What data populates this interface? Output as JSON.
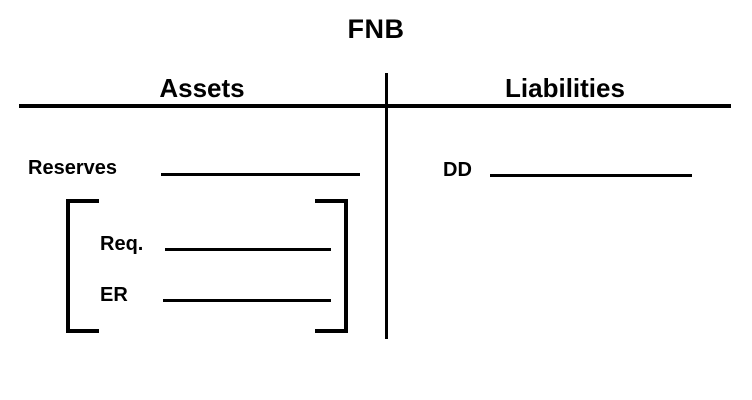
{
  "diagram": {
    "type": "t-account",
    "title": "FNB",
    "columns": [
      {
        "id": "assets",
        "label": "Assets"
      },
      {
        "id": "liabilities",
        "label": "Liabilities"
      }
    ],
    "assets": {
      "entries": [
        {
          "id": "reserves",
          "label": "Reserves",
          "value": ""
        },
        {
          "id": "required-reserves",
          "label": "Req.",
          "value": ""
        },
        {
          "id": "excess-reserves",
          "label": "ER",
          "value": ""
        }
      ],
      "bracket": {
        "groups": [
          "Req.",
          "ER"
        ],
        "belongs_to": "Reserves"
      }
    },
    "liabilities": {
      "entries": [
        {
          "id": "demand-deposits",
          "label": "DD",
          "value": ""
        }
      ]
    },
    "colors": {
      "ink": "#000000",
      "background": "#ffffff"
    }
  }
}
